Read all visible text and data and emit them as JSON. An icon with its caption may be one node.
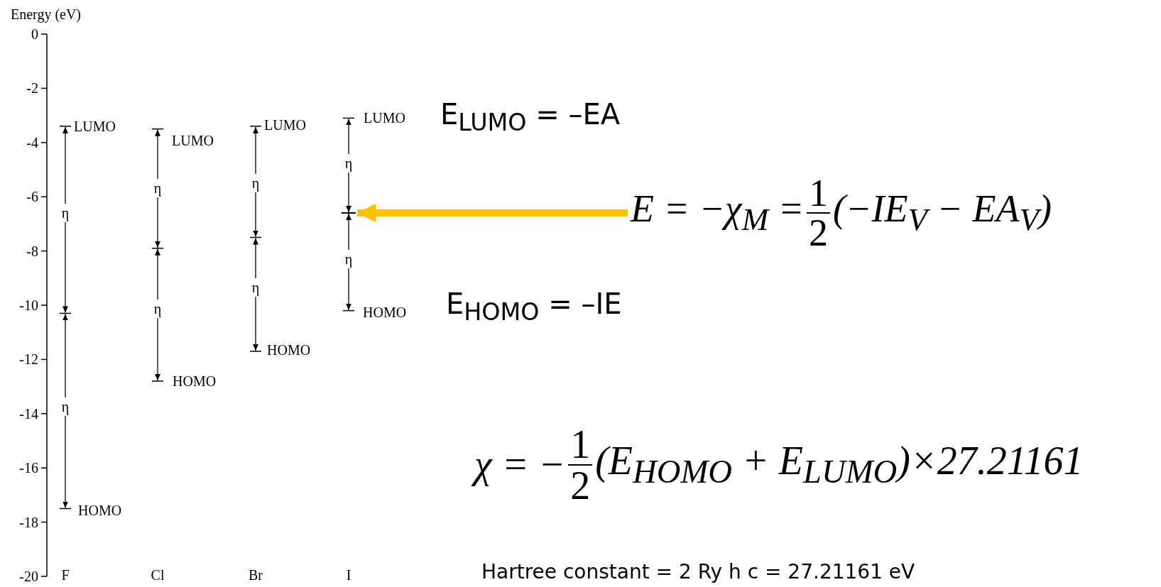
{
  "diagram": {
    "nodes": [
      {
        "text": [
          "E = −χ$_{M}$ =",
          "1",
          "2",
          "(−IE$_{V}$ − EA$_{V}$)"
        ]
      },
      {
        "text": [],
        "shape": "bar"
      }
    ],
    "edges": [
      {
        "from": 0,
        "to": 1,
        "arrow": "to",
        "color": "#ffc000"
      }
    ],
    "labels": [
      "Energy (eV)",
      "0",
      "-2",
      "-4",
      "-6",
      "-8",
      "-10",
      "-12",
      "-14",
      "-16",
      "-18",
      "-20",
      "LUMO",
      "LUMO",
      "LUMO",
      "LUMO",
      "E$_{LUMO}$ = –EA",
      "η",
      "η",
      "η",
      "η",
      "η",
      "η",
      "η",
      "η",
      "E$_{HOMO}$ = –IE",
      "HOMO",
      "HOMO",
      "HOMO",
      "HOMO",
      "χ = −",
      "1",
      "2",
      "(E$_{HOMO}$ + E$_{LUMO}$)×27.21161",
      "F",
      "Cl",
      "Br",
      "I",
      "Hartree constant = 2 Ry h c = 27.21161 eV"
    ]
  }
}
